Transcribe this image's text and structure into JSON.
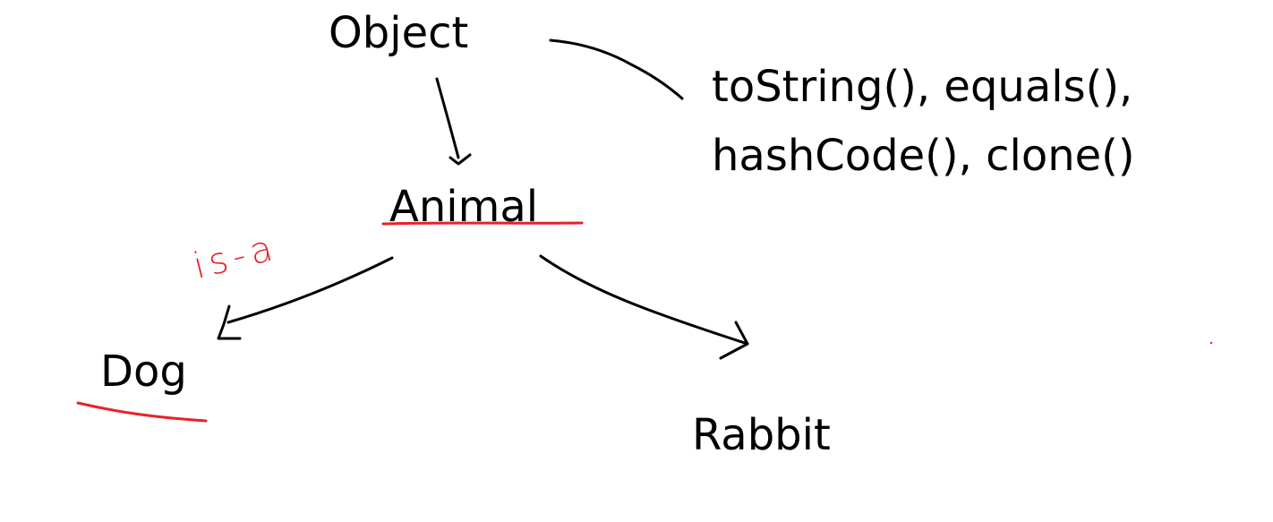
{
  "diagram": {
    "nodes": {
      "object": "Object",
      "animal": "Animal",
      "dog": "Dog",
      "rabbit": "Rabbit"
    },
    "methods_note": {
      "line1": "toString(), equals(),",
      "line2": "hashCode(), clone()"
    },
    "relation_annotation": "is-a",
    "colors": {
      "ink": "#000000",
      "annotation": "#e8202a"
    }
  }
}
